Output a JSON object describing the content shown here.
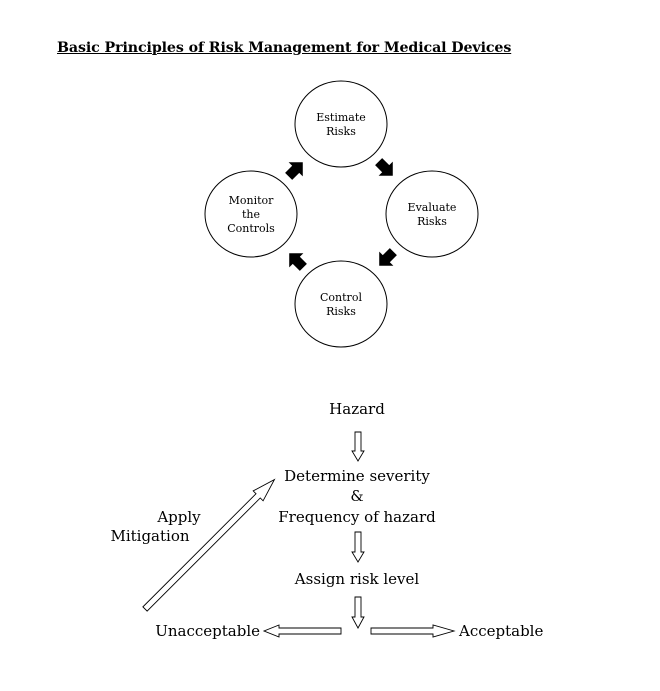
{
  "title": "Basic Principles of Risk Management for Medical Devices",
  "cycle": {
    "nodes": [
      {
        "id": "estimate",
        "lines": [
          "Estimate",
          "Risks"
        ]
      },
      {
        "id": "evaluate",
        "lines": [
          "Evaluate",
          "Risks"
        ]
      },
      {
        "id": "control",
        "lines": [
          "Control",
          "Risks"
        ]
      },
      {
        "id": "monitor",
        "lines": [
          "Monitor",
          "the",
          "Controls"
        ]
      }
    ],
    "edges": [
      {
        "from": "estimate",
        "to": "evaluate"
      },
      {
        "from": "evaluate",
        "to": "control"
      },
      {
        "from": "control",
        "to": "monitor"
      },
      {
        "from": "monitor",
        "to": "estimate"
      }
    ]
  },
  "flow": {
    "hazard": "Hazard",
    "determine": [
      "Determine severity",
      "&",
      "Frequency of hazard"
    ],
    "assign": "Assign risk level",
    "unacceptable": "Unacceptable",
    "acceptable": "Acceptable",
    "mitigation": [
      "Apply",
      "Mitigation"
    ],
    "edges": [
      {
        "from": "hazard",
        "to": "determine"
      },
      {
        "from": "determine",
        "to": "assign"
      },
      {
        "from": "assign",
        "to": "decision"
      },
      {
        "from": "decision",
        "to": "unacceptable"
      },
      {
        "from": "decision",
        "to": "acceptable"
      },
      {
        "from": "unacceptable",
        "to": "determine",
        "label": "Apply Mitigation"
      }
    ]
  }
}
